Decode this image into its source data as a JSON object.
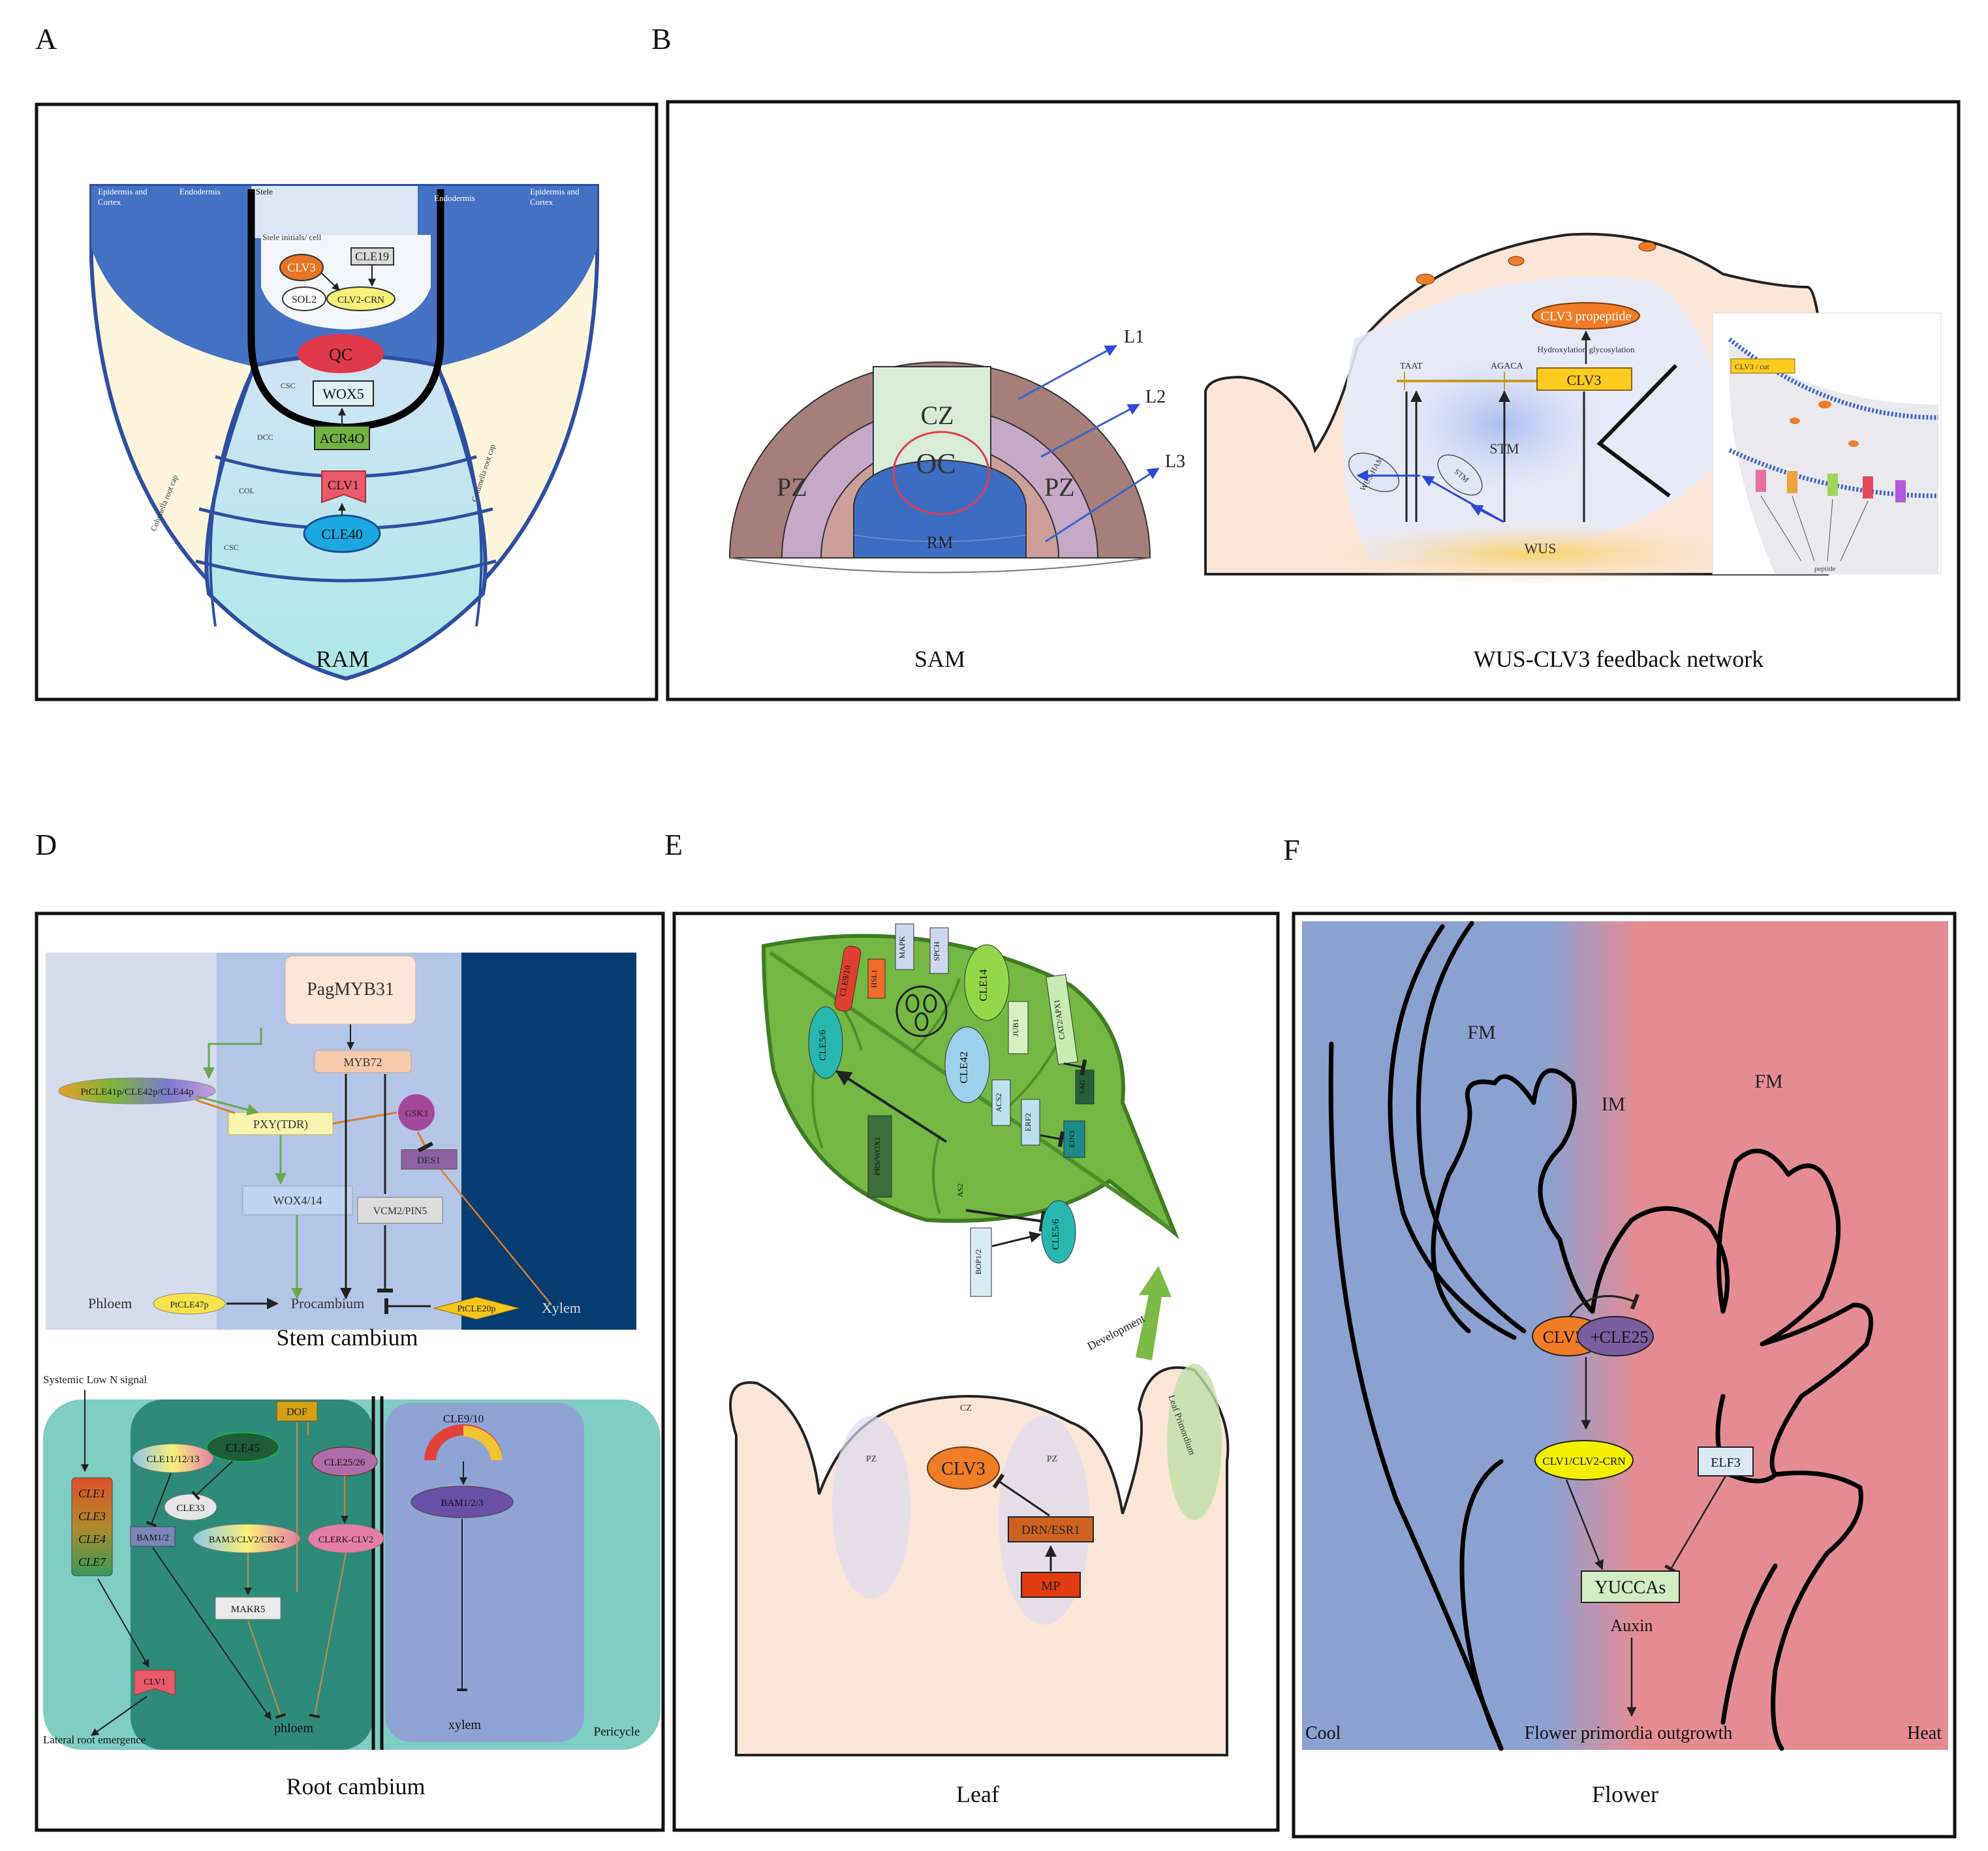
{
  "colors": {
    "ram_dark": "#4472c4",
    "ram_light": "#fff5dc",
    "cz": "#d8ecd8",
    "pz": "#a67f7a",
    "rm": "#3d6ec4",
    "cool": "#8aa1d1",
    "heat": "#e58c93",
    "leaf": "#74b843",
    "stem_mid": "#b4c6e7",
    "xylem_bg": "#053d73",
    "root_bg": "#7fcdc3",
    "root_dark": "#2e8b7a"
  },
  "panels": {
    "A": "A",
    "B": "B",
    "D": "D",
    "E": "E",
    "F": "F"
  },
  "captions": {
    "ram": "RAM",
    "sam": "SAM",
    "wus": "WUS-CLV3 feedback network",
    "stem": "Stem cambium",
    "root": "Root cambium",
    "leaf": "Leaf",
    "flower": "Flower"
  },
  "ram": {
    "tl1": "Epidermis and",
    "tl2": "Cortex",
    "tl3": "Endodermis",
    "tl4": "Stele",
    "tr1": "Endodermis",
    "tr2": "Epidermis and",
    "tr3": "Cortex",
    "scsc": "Stele initials/ cell",
    "clv3": "CLV3",
    "cle19": "CLE19",
    "sol2": "SOL2",
    "clvcrn": "CLV2-CRN",
    "qc": "QC",
    "wox5": "WOX5",
    "acr4": "ACR4O",
    "clv1": "CLV1",
    "cle40": "CLE40",
    "lrc": "Columella root cap",
    "lrc2": "Columella root cap",
    "csc": "CSC",
    "dcc": "DCC",
    "col": "COL",
    "csc2": "CSC"
  },
  "sam": {
    "cz": "CZ",
    "oc": "OC",
    "pz1": "PZ",
    "pz2": "PZ",
    "rm": "RM",
    "l1": "L1",
    "l2": "L2",
    "l3": "L3"
  },
  "wus": {
    "clv3pp": "CLV3 propeptide",
    "hyd": "Hydroxylation glycosylation",
    "taaf": "TAAT",
    "agaca": "AGACA",
    "clv3": "CLV3",
    "stm": "STM",
    "stm2": "STM",
    "wusham": "WUS-HAM",
    "wus": "WUS",
    "ins1": "CLV3 / cut",
    "ins2": "peptide"
  },
  "stem": {
    "pagmyb31": "PagMYB31",
    "myb72": "MYB72",
    "ptcle": "PtCLE41p/CLE42p/CLE44p",
    "pxy": "PXY(TDR)",
    "gsk3": "GSK3",
    "des1": "DES1",
    "wox414": "WOX4/14",
    "vcm2": "VCM2/PIN5",
    "phloem": "Phloem",
    "ptcle47": "PtCLE47p",
    "procambium": "Procambium",
    "ptcle20": "PtCLE20p",
    "xylem": "Xylem"
  },
  "root": {
    "lowN": "Systemic Low N signal",
    "dof": "DOF",
    "cle1": "CLE1",
    "cle3": "CLE3",
    "cle4": "CLE4",
    "cle7": "CLE7",
    "cle111213": "CLE11/12/13",
    "cle45": "CLE45",
    "cle2526": "CLE25/26",
    "cle33": "CLE33",
    "bam12": "BAM1/2",
    "bam3": "BAM3/CLV2/CRK2",
    "clerk": "CLERK-CLV2",
    "makr5": "MAKR5",
    "clv1": "CLV1",
    "lateral": "Lateral root emergence",
    "phloem": "phloem",
    "cle910": "CLE9/10",
    "bam123": "BAM1/2/3",
    "xylem": "xylem",
    "pericycle": "Pericycle"
  },
  "leaf": {
    "clv3": "CLV3",
    "drn": "DRN/ESR1",
    "mp": "MP",
    "cz": "CZ",
    "pz1": "PZ",
    "pz2": "PZ",
    "dev": "Development",
    "lp": "Leaf Primordium",
    "cle9": "CLE9/10",
    "hsl1": "HSL1",
    "mapk": "MAPK",
    "speech": "SPCH",
    "cle14": "CLE14",
    "jub1": "JUB1",
    "cat": "CAT2/APX1",
    "cle42": "CLE42",
    "acs2": "ACS2",
    "erf": "ERF2",
    "ein3": "EIN3",
    "sag": "SAG",
    "cle5": "CLE5/6",
    "cle56": "CLE5/6",
    "bop": "BOP1/2",
    "as2": "AS2",
    "pbl": "PRS/WOX1"
  },
  "flower": {
    "fm1": "FM",
    "im": "IM",
    "fm2": "FM",
    "clv3": "CLV3",
    "cle25": "CLE25",
    "clv1": "CLV1/CLV2-CRN",
    "elf3": "ELF3",
    "yuccas": "YUCCAs",
    "auxin": "Auxin",
    "fpo": "Flower primordia outgrowth",
    "cool": "Cool",
    "heat": "Heat"
  }
}
